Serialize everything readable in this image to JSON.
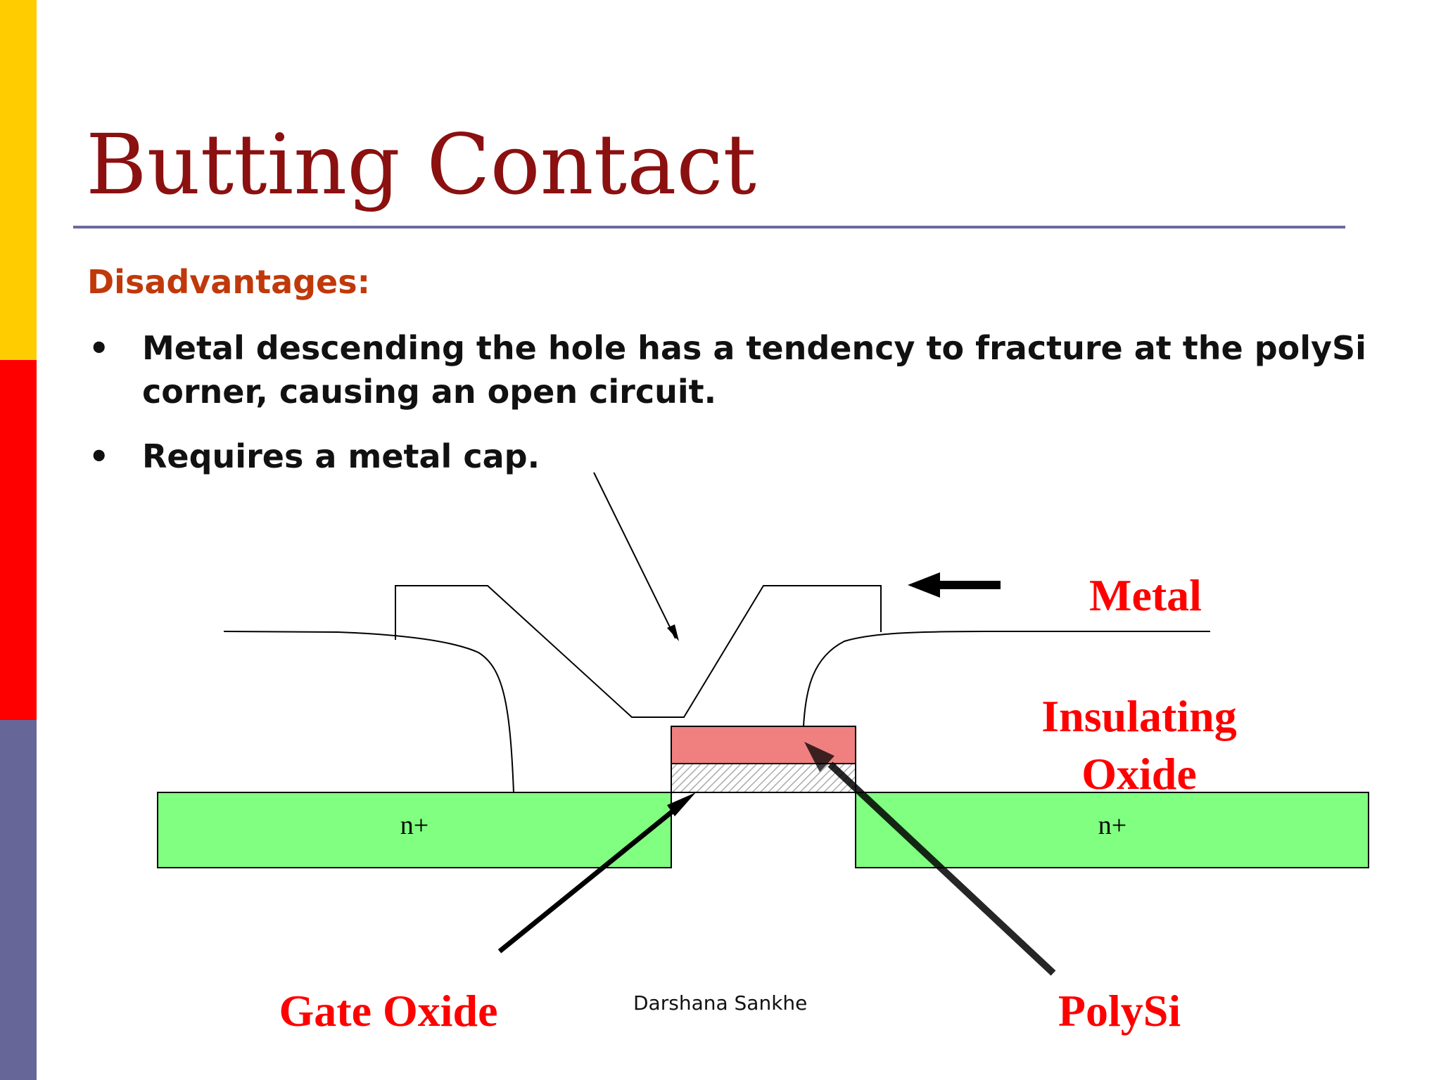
{
  "slide": {
    "title": "Butting Contact",
    "subheading": "Disadvantages:",
    "bullets": [
      "Metal descending the hole has a tendency to fracture at the polySi corner, causing an open circuit.",
      "Requires a metal cap."
    ],
    "bullet_symbol": "•",
    "footer": "Darshana Sankhe"
  },
  "diagram": {
    "labels": {
      "metal": "Metal",
      "insulating_line1": "Insulating",
      "insulating_line2": "Oxide",
      "gate_oxide": "Gate Oxide",
      "polysi": "PolySi",
      "nplus_left": "n+",
      "nplus_right": "n+"
    },
    "colors": {
      "diffusion": "#80ff80",
      "polysi": "#f08080",
      "label_red": "#ff0000",
      "title": "#8b1010",
      "subheading": "#c0390b"
    }
  },
  "theme": {
    "bar_colors": [
      "#ffcc00",
      "#ff0000",
      "#666699"
    ]
  }
}
